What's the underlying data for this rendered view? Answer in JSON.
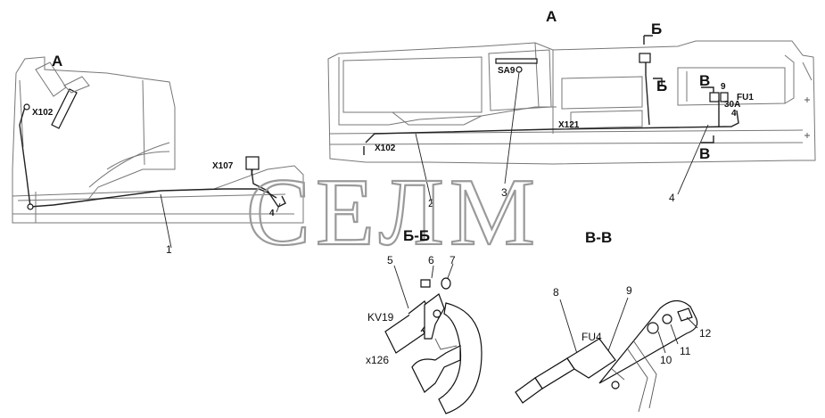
{
  "watermark": "СЕЛМ",
  "views": {
    "a_main": "А",
    "a_cab": "А",
    "b_top": "Б",
    "b_mid": "Б",
    "v_top": "В",
    "v_bot": "В",
    "section_bb": "Б-Б",
    "section_vv": "В-В"
  },
  "labels": {
    "x102_cab": "X102",
    "x107": "X107",
    "x102_main": "X102",
    "x121": "X121",
    "sa9": "SA9",
    "fu1": "FU1",
    "amp_30a": "30A",
    "kv19": "KV19",
    "x126": "x126",
    "fu4": "FU4"
  },
  "callouts": [
    "1",
    "2",
    "3",
    "4",
    "4",
    "5",
    "6",
    "7",
    "8",
    "9",
    "9",
    "10",
    "11",
    "12",
    "4"
  ]
}
